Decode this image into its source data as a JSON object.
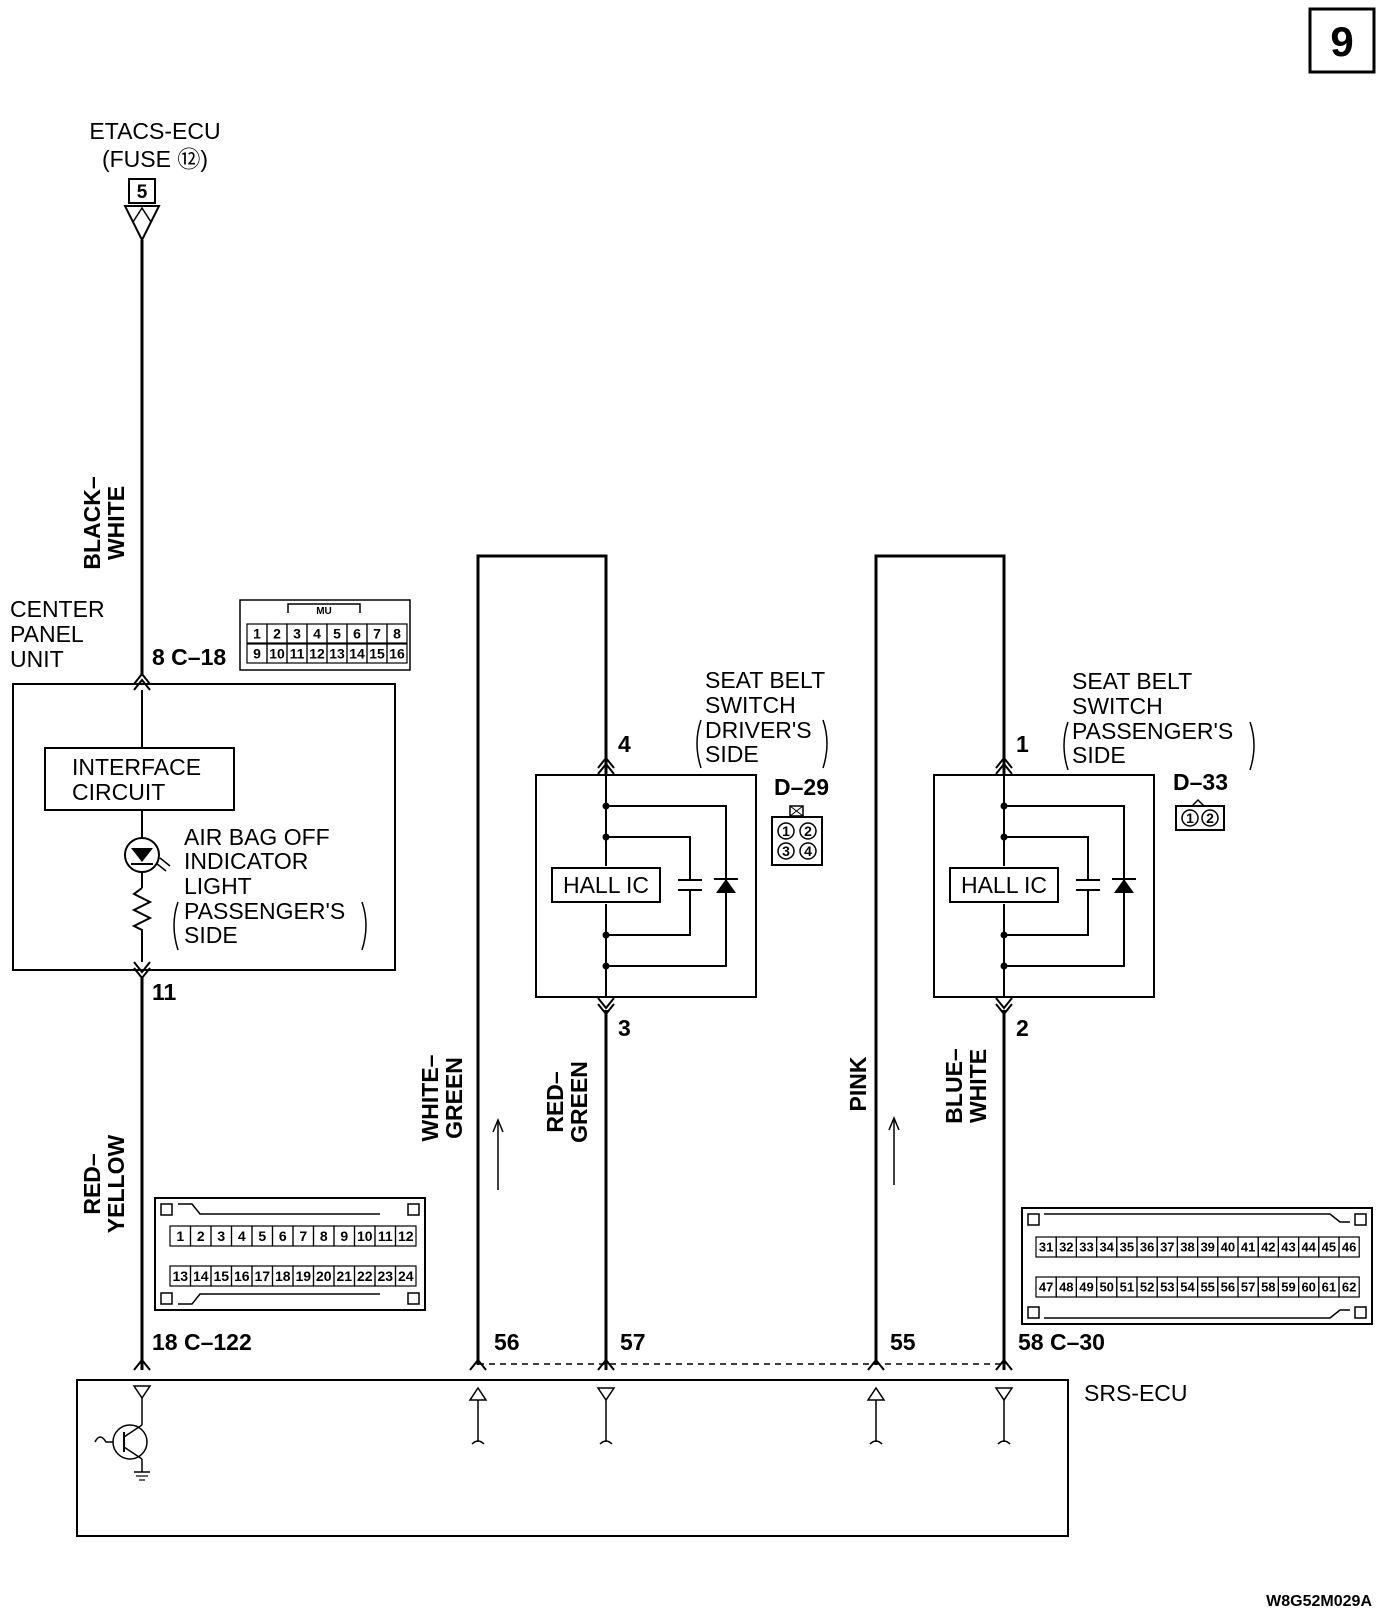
{
  "page_number": "9",
  "figure_code": "W8G52M029A",
  "etacs": {
    "name": "ETACS-ECU",
    "fuse": "(FUSE ⑫)",
    "terminal": "5"
  },
  "wires": {
    "black_white": [
      "BLACK–",
      "WHITE"
    ],
    "red_yellow": [
      "RED–",
      "YELLOW"
    ],
    "white_green": [
      "WHITE–",
      "GREEN"
    ],
    "red_green": [
      "RED–",
      "GREEN"
    ],
    "pink": "PINK",
    "blue_white": [
      "BLUE–",
      "WHITE"
    ]
  },
  "center_panel": {
    "name": [
      "CENTER",
      "PANEL",
      "UNIT"
    ],
    "connector": "8  C–18",
    "out_pin": "11",
    "interface_circuit": [
      "INTERFACE",
      "CIRCUIT"
    ],
    "lamp_label": [
      "AIR BAG OFF",
      "INDICATOR",
      "LIGHT",
      "PASSENGER'S",
      "SIDE"
    ],
    "connector_tag": "MU",
    "connector_pins_top": [
      "1",
      "2",
      "3",
      "4",
      "5",
      "6",
      "7",
      "8"
    ],
    "connector_pins_bottom": [
      "9",
      "10",
      "11",
      "12",
      "13",
      "14",
      "15",
      "16"
    ]
  },
  "driver_switch": {
    "label": [
      "SEAT BELT",
      "SWITCH",
      "DRIVER'S",
      "SIDE"
    ],
    "connector": "D–29",
    "pin_top": "4",
    "pin_bottom": "3",
    "ic": "HALL IC",
    "connector_pins": [
      "1",
      "2",
      "3",
      "4"
    ]
  },
  "passenger_switch": {
    "label": [
      "SEAT BELT",
      "SWITCH",
      "PASSENGER'S",
      "SIDE"
    ],
    "connector": "D–33",
    "pin_top": "1",
    "pin_bottom": "2",
    "ic": "HALL IC",
    "connector_pins": [
      "1",
      "2"
    ]
  },
  "srs": {
    "name": "SRS-ECU",
    "pins": {
      "p18": "18  C–122",
      "p56": "56",
      "p57": "57",
      "p55": "55",
      "p58": "58  C–30"
    },
    "c122_pins_top": [
      "1",
      "2",
      "3",
      "4",
      "5",
      "6",
      "7",
      "8",
      "9",
      "10",
      "11",
      "12"
    ],
    "c122_pins_bottom": [
      "13",
      "14",
      "15",
      "16",
      "17",
      "18",
      "19",
      "20",
      "21",
      "22",
      "23",
      "24"
    ],
    "c30_pins_top": [
      "31",
      "32",
      "33",
      "34",
      "35",
      "36",
      "37",
      "38",
      "39",
      "40",
      "41",
      "42",
      "43",
      "44",
      "45",
      "46"
    ],
    "c30_pins_bottom": [
      "47",
      "48",
      "49",
      "50",
      "51",
      "52",
      "53",
      "54",
      "55",
      "56",
      "57",
      "58",
      "59",
      "60",
      "61",
      "62"
    ]
  }
}
